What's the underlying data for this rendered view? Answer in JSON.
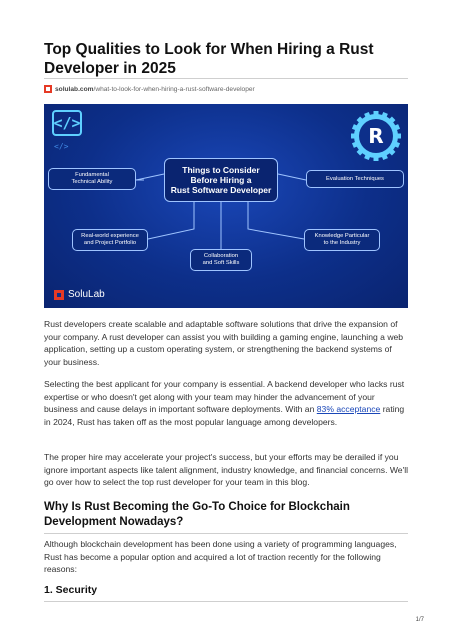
{
  "title": "Top Qualities to Look for When Hiring a Rust Developer in 2025",
  "source": {
    "domain": "solulab.com",
    "path": "/what-to-look-for-when-hiring-a-rust-software-developer"
  },
  "hero": {
    "center": [
      "Things to Consider",
      "Before Hiring a",
      "Rust Software Developer"
    ],
    "nodes": {
      "fundamental": [
        "Fundamental",
        "Technical Ability"
      ],
      "evaluation": [
        "Evaluation Techniques"
      ],
      "realworld": [
        "Real-world experience",
        "and Project Portfolio"
      ],
      "knowledge": [
        "Knowledge Particular",
        "to the Industry"
      ],
      "collab": [
        "Collaboration",
        "and Soft Skills"
      ]
    },
    "code_glyph": "</>",
    "logo_letter": "R",
    "brand": "SoluLab"
  },
  "body": {
    "p1": "Rust developers create scalable and adaptable software solutions that drive the expansion of your company. A rust developer can assist you with building a gaming engine, launching a web application, setting up a custom operating system, or strengthening the backend systems of your business.",
    "p2_before": "Selecting the best applicant for your company is essential. A backend developer who lacks rust expertise or who doesn't get along with your team may hinder the advancement of your business and cause delays in important software deployments. With an ",
    "p2_link": "83% acceptance",
    "p2_after": " rating in 2024, Rust has taken off as the most popular language among developers.",
    "p3": "The proper hire may accelerate your project's success, but your efforts may be derailed if you ignore important aspects like talent alignment, industry knowledge, and financial concerns. We'll go over how to select the top rust developer for your team in this blog.",
    "h2": "Why Is Rust Becoming the Go-To Choice for Blockchain Development Nowadays?",
    "p4": "Although blockchain development has been done using a variety of programming languages, Rust has become a popular option and acquired a lot of traction recently for the following reasons:",
    "h3": "1. Security"
  },
  "page_number": "1/7",
  "colors": {
    "hero_bg": "#0d2f8a",
    "accent": "#5fd0ff",
    "brand_red": "#e63a25",
    "link": "#1a47b8"
  }
}
